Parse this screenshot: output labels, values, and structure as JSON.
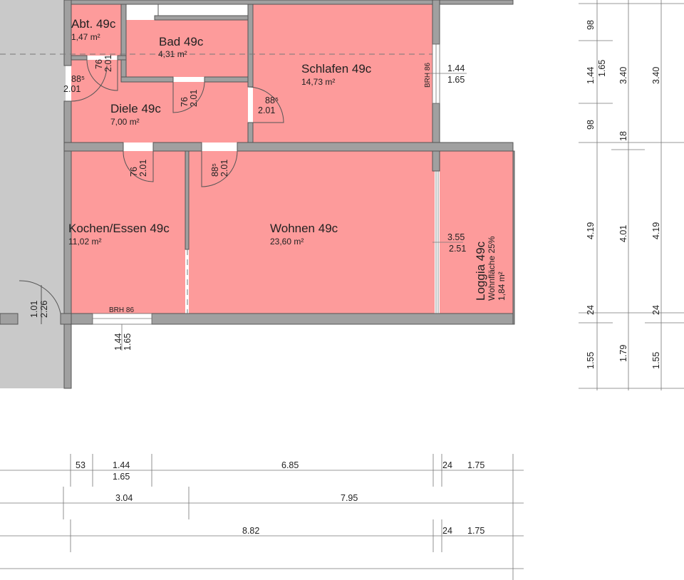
{
  "rooms": {
    "abt": {
      "name": "Abt. 49c",
      "area": "1,47 m²"
    },
    "bad": {
      "name": "Bad 49c",
      "area": "4,31 m²"
    },
    "schlafen": {
      "name": "Schlafen 49c",
      "area": "14,73 m²"
    },
    "diele": {
      "name": "Diele 49c",
      "area": "7,00 m²"
    },
    "kochen": {
      "name": "Kochen/Essen 49c",
      "area": "11,02 m²"
    },
    "wohnen": {
      "name": "Wohnen 49c",
      "area": "23,60 m²"
    },
    "loggia": {
      "name": "Loggia 49c",
      "note": "Wohnfläche  25%",
      "area": "1,84 m²"
    }
  },
  "doors": {
    "abt": {
      "w": "76",
      "h": "2.01"
    },
    "entry": {
      "w": "88⁵",
      "h": "2.01"
    },
    "bad": {
      "w": "76",
      "h": "2.01"
    },
    "schlafen": {
      "w": "88⁵",
      "h": "2.01"
    },
    "kochen": {
      "w": "76",
      "h": "2.01"
    },
    "wohnen": {
      "w": "88⁵",
      "h": "2.01"
    },
    "corridor": {
      "w": "1.01",
      "h": "2.26"
    }
  },
  "windows": {
    "schlafen": {
      "brh": "BRH 86",
      "w": "1.44",
      "h": "1.65"
    },
    "kochen": {
      "brh": "BRH 86",
      "w": "1.44",
      "h": "1.65"
    },
    "loggia": {
      "w": "3.55",
      "h": "2.51"
    }
  },
  "dims_right": {
    "col1": [
      "98",
      "1.44",
      "1.65",
      "98",
      "4.19",
      "24",
      "1.55"
    ],
    "col2": [
      "3.40",
      "18",
      "4.01",
      "1.79"
    ],
    "col3": [
      "3.40",
      "4.19",
      "24",
      "1.55"
    ]
  },
  "dims_bottom": {
    "row1": [
      "53",
      "1.44",
      "1.65",
      "6.85",
      "24",
      "1.75"
    ],
    "row2": [
      "3.04",
      "7.95"
    ],
    "row3": [
      "8.82",
      "24",
      "1.75"
    ]
  }
}
